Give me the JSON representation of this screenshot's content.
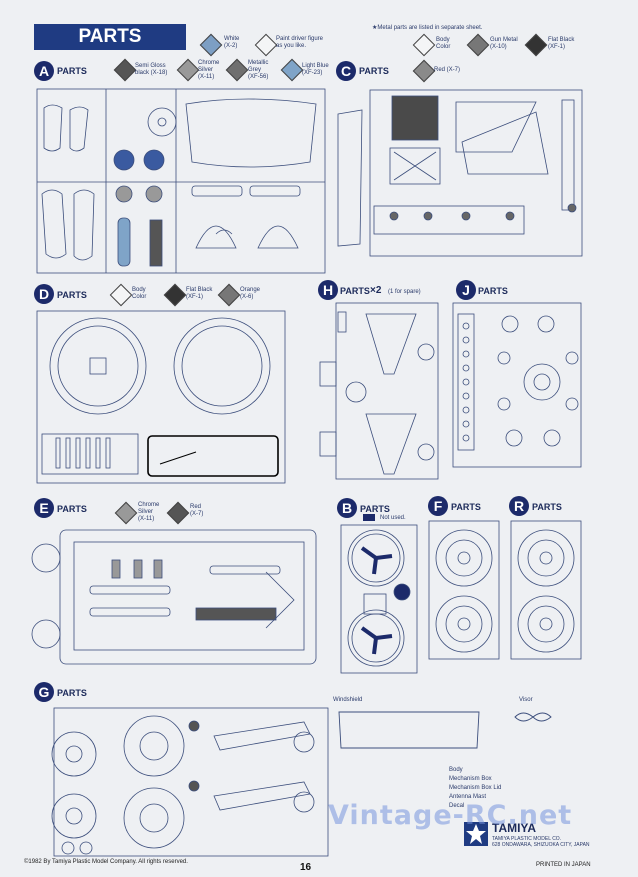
{
  "header": {
    "title": "PARTS",
    "metal_note": "★Metal parts are listed in separate sheet."
  },
  "colors": {
    "navy": "#1f3b82",
    "red_swatch": "#9a3a2a",
    "blue_part": "#3a5aa0"
  },
  "top_legend": {
    "white": "White\n(X-2)",
    "paint_figure": "Paint driver figure\nas you like.",
    "body_color": "Body\nColor",
    "gun_metal": "Gun Metal\n(X-10)",
    "flat_black": "Flat Black\n(XF-1)"
  },
  "sections": {
    "A": {
      "letter": "A",
      "label": "PARTS"
    },
    "C": {
      "letter": "C",
      "label": "PARTS"
    },
    "D": {
      "letter": "D",
      "label": "PARTS"
    },
    "H": {
      "letter": "H",
      "label": "PARTS",
      "multiplier": "×2",
      "spare": "(1 for spare)"
    },
    "J": {
      "letter": "J",
      "label": "PARTS"
    },
    "E": {
      "letter": "E",
      "label": "PARTS"
    },
    "B": {
      "letter": "B",
      "label": "PARTS",
      "not_used": "Not used."
    },
    "F": {
      "letter": "F",
      "label": "PARTS"
    },
    "R": {
      "letter": "R",
      "label": "PARTS"
    },
    "G": {
      "letter": "G",
      "label": "PARTS"
    }
  },
  "a_legend": {
    "semi_gloss": "Semi Gloss\nblack (X-18)",
    "chrome_silver": "Chrome\nSilver\n(X-11)",
    "metallic_grey": "Metallic\nGrey\n(XF-56)",
    "light_blue": "Light Blue\n(XF-23)"
  },
  "c_legend": {
    "red": "Red (X-7)"
  },
  "d_legend": {
    "body_color": "Body\nColor",
    "flat_black": "Flat Black\n(XF-1)",
    "orange": "Orange\n(X-6)"
  },
  "e_legend": {
    "chrome_silver": "Chrome\nSilver\n(X-11)",
    "red": "Red\n(X-7)"
  },
  "misc": {
    "windshield": "Windshield",
    "visor": "Visor"
  },
  "bag": {
    "items": [
      "Body",
      "Mechanism Box",
      "Mechanism Box Lid",
      "Antenna Mast",
      "Decal"
    ]
  },
  "brand": {
    "name": "TAMIYA",
    "sub1": "TAMIYA PLASTIC MODEL CO.",
    "sub2": "628 ONDAWARA, SHIZUOKA CITY, JAPAN"
  },
  "footer": {
    "copyright": "©1982 By Tamiya Plastic Model Company. All rights reserved.",
    "page": "16",
    "printed": "PRINTED IN JAPAN"
  },
  "watermark": "Vintage-RC.net"
}
